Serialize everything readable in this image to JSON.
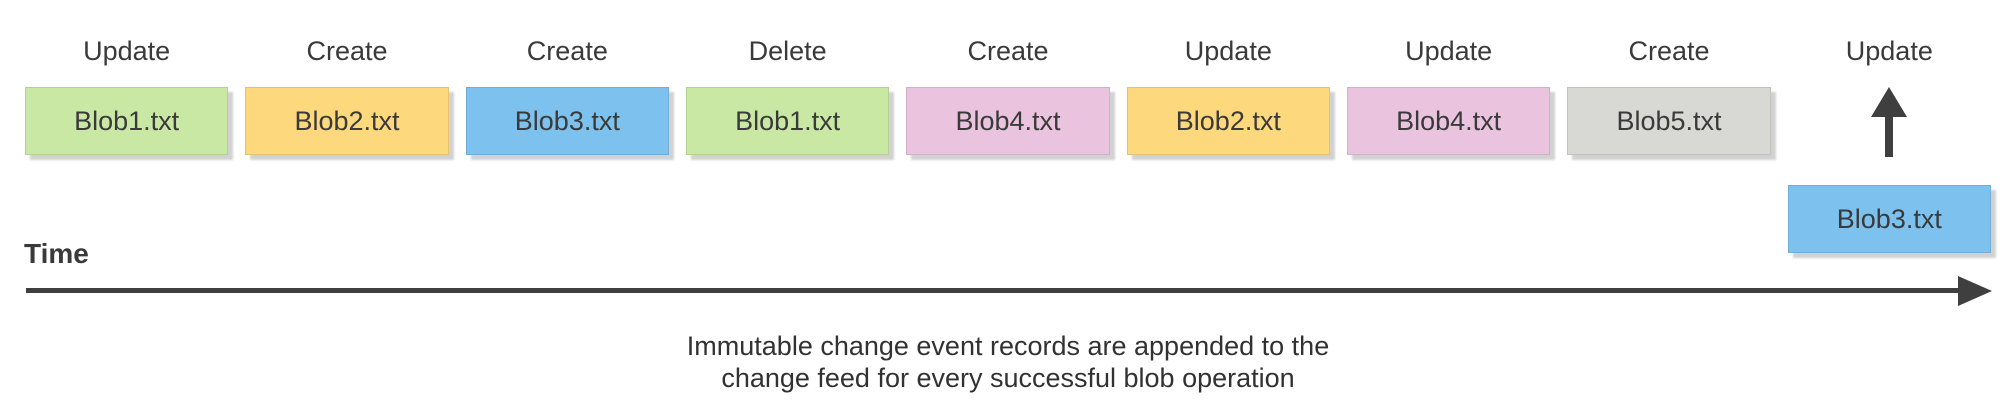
{
  "timeline": {
    "time_label": "Time",
    "caption_line1": "Immutable change event records are appended to the",
    "caption_line2": "change feed for every successful blob operation",
    "text_color": "#3a3a3a",
    "arrow_color": "#3f3f3f",
    "colors": {
      "green": "#c9e8a4",
      "yellow": "#fdd87d",
      "blue": "#7dc2ee",
      "pink": "#eac4de",
      "gray": "#d8d8d4"
    },
    "events": [
      {
        "operation": "Update",
        "blob": "Blob1.txt",
        "color": "#c9e8a4",
        "appending": false
      },
      {
        "operation": "Create",
        "blob": "Blob2.txt",
        "color": "#fdd87d",
        "appending": false
      },
      {
        "operation": "Create",
        "blob": "Blob3.txt",
        "color": "#7dc2ee",
        "appending": false
      },
      {
        "operation": "Delete",
        "blob": "Blob1.txt",
        "color": "#c9e8a4",
        "appending": false
      },
      {
        "operation": "Create",
        "blob": "Blob4.txt",
        "color": "#eac4de",
        "appending": false
      },
      {
        "operation": "Update",
        "blob": "Blob2.txt",
        "color": "#fdd87d",
        "appending": false
      },
      {
        "operation": "Update",
        "blob": "Blob4.txt",
        "color": "#eac4de",
        "appending": false
      },
      {
        "operation": "Create",
        "blob": "Blob5.txt",
        "color": "#d8d8d4",
        "appending": false
      },
      {
        "operation": "Update",
        "blob": "Blob3.txt",
        "color": "#7dc2ee",
        "appending": true
      }
    ]
  }
}
